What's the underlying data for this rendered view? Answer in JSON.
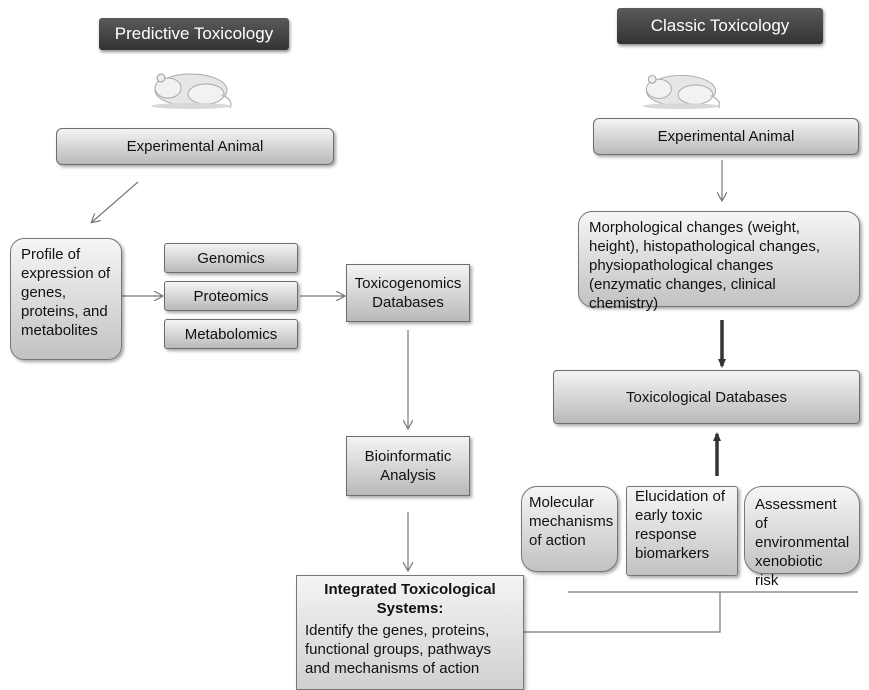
{
  "predictive": {
    "title": "Predictive Toxicology",
    "animal_label": "Experimental Animal",
    "profile": "Profile of expression of genes, proteins, and metabolites",
    "omics": [
      "Genomics",
      "Proteomics",
      "Metabolomics"
    ],
    "databases": "Toxicogenomics Databases",
    "analysis": "Bioinformatic Analysis",
    "integrated_title": "Integrated Toxicological Systems:",
    "integrated_body": "Identify the genes, proteins, functional groups, pathways and mechanisms of action"
  },
  "classic": {
    "title": "Classic Toxicology",
    "animal_label": "Experimental Animal",
    "changes": "Morphological changes (weight, height), histopathological changes, physiopathological changes (enzymatic changes, clinical chemistry)",
    "databases": "Toxicological Databases",
    "outcomes": [
      "Molecular mechanisms of action",
      "Elucidation of early toxic response biomarkers",
      "Assessment of environmental xenobiotic risk"
    ]
  },
  "icons": [
    "rat-icon",
    "rat-icon"
  ]
}
